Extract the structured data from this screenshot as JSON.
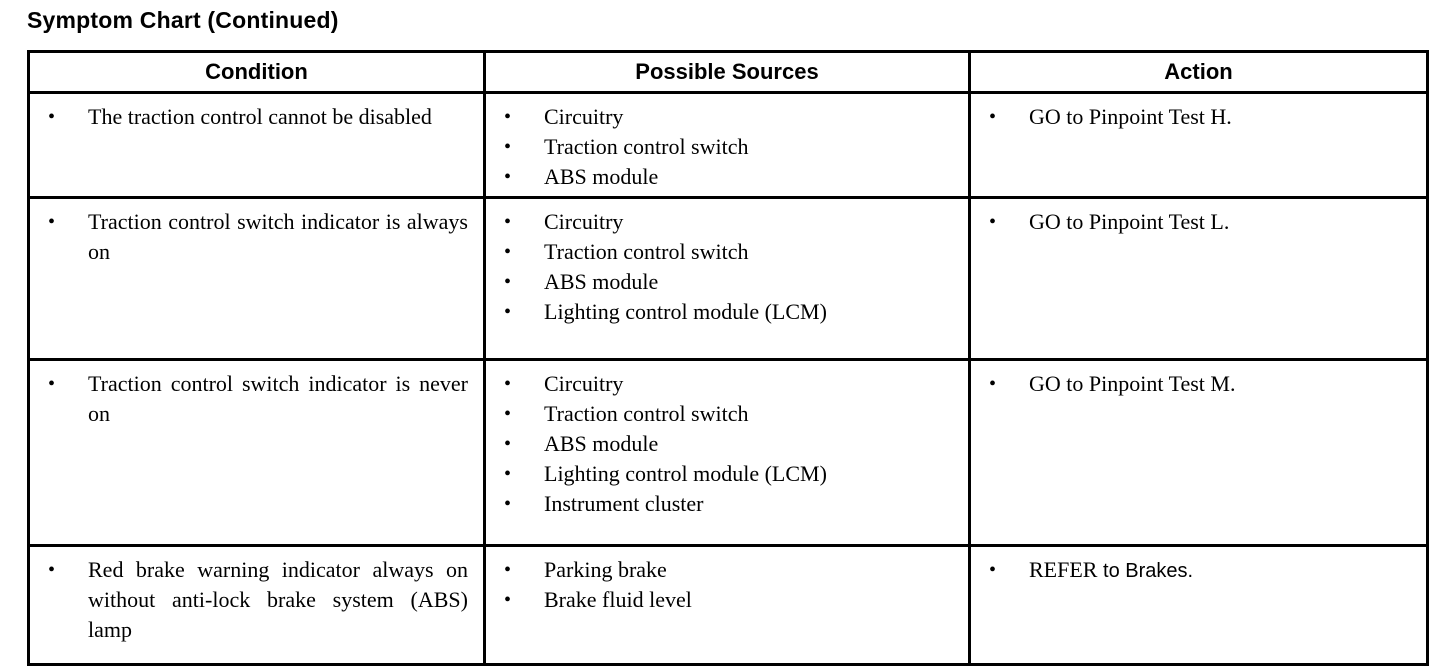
{
  "document": {
    "title": "Symptom Chart (Continued)"
  },
  "table": {
    "headers": {
      "condition": "Condition",
      "sources": "Possible Sources",
      "action": "Action"
    },
    "bullet_glyph": "•",
    "rows": [
      {
        "condition": [
          "The traction control cannot be disabled"
        ],
        "sources": [
          "Circuitry",
          "Traction control switch",
          "ABS module"
        ],
        "action": [
          "GO to Pinpoint Test H."
        ]
      },
      {
        "condition": [
          "Traction control switch indicator is always on"
        ],
        "sources": [
          "Circuitry",
          "Traction control switch",
          "ABS module",
          "Lighting control module (LCM)"
        ],
        "action": [
          "GO to Pinpoint Test L."
        ]
      },
      {
        "condition": [
          "Traction control switch indicator is never on"
        ],
        "sources": [
          "Circuitry",
          "Traction control switch",
          "ABS module",
          "Lighting control module (LCM)",
          "Instrument cluster"
        ],
        "action": [
          "GO to Pinpoint Test M."
        ]
      },
      {
        "condition": [
          "Red brake warning indicator always on without anti-lock brake system (ABS) lamp"
        ],
        "sources": [
          "Parking brake",
          "Brake fluid level"
        ],
        "action": [
          "REFER to Brakes."
        ],
        "action_styled": [
          {
            "serif": "REFER",
            "sans": " to Brakes."
          }
        ]
      }
    ]
  },
  "colors": {
    "text": "#000000",
    "background": "#ffffff",
    "border": "#000000"
  }
}
